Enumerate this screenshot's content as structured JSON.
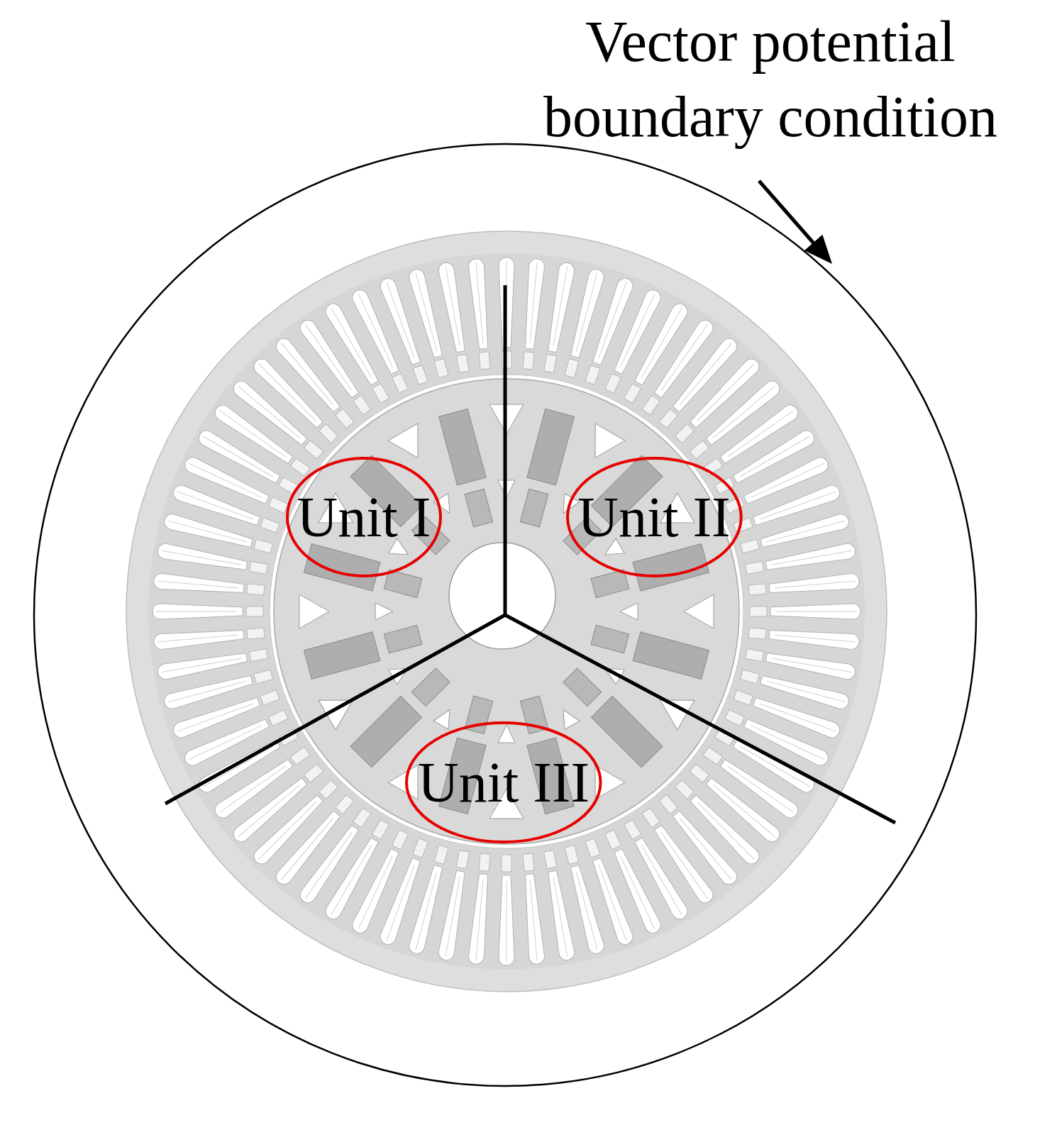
{
  "diagram": {
    "nodes": [
      {
        "text": [
          "Unit I"
        ]
      },
      {
        "text": [
          "Unit II"
        ]
      },
      {
        "text": [
          "Unit III"
        ]
      }
    ],
    "labels": [
      "Vector potential boundary condition"
    ]
  }
}
